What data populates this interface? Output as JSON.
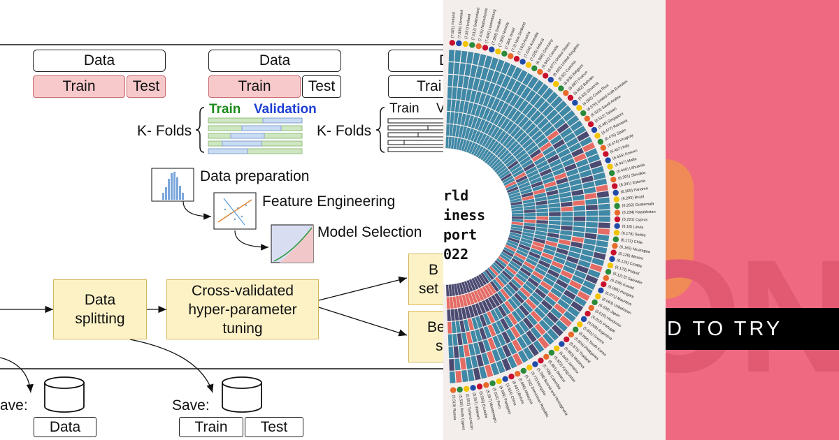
{
  "ml_diagram": {
    "top_left": {
      "data": "Data",
      "train": "Train",
      "test": "Test"
    },
    "top_mid": {
      "data": "Data",
      "train": "Train",
      "test": "Test",
      "train_head": "Train",
      "val_head": "Validation",
      "kfolds": "K- Folds"
    },
    "top_right": {
      "data_partial": "D",
      "train_partial": "Trai",
      "train_head": "Train",
      "val_partial": "V",
      "kfolds": "K- Folds"
    },
    "steps": {
      "prep": "Data preparation",
      "feat": "Feature Engineering",
      "model": "Model Selection"
    },
    "flow": {
      "split_l1": "Data",
      "split_l2": "splitting",
      "cv_l1": "Cross-validated",
      "cv_l2": "hyper-parameter",
      "cv_l3": "tuning",
      "best1_l1": "B",
      "best1_l2": "set",
      "best2_l1": "Be",
      "best2_l2": "s"
    },
    "save": {
      "left_label": "ave:",
      "left_box": "Data",
      "right_label": "Save:",
      "right_train": "Train",
      "right_test": "Test"
    },
    "colors": {
      "train": "#1a8a1a",
      "validation": "#1e3fd4"
    }
  },
  "happiness": {
    "title_lines": [
      "rld",
      "iness",
      "port",
      "022"
    ],
    "countries": [
      "(7.821) Finland",
      "(7.636) Denmark",
      "(7.557) Iceland",
      "(7.512) Switzerland",
      "(7.415) Netherlands",
      "(7.404) Luxembourg",
      "(7.384) Sweden",
      "(7.365) Norway",
      "(7.364) Israel",
      "(7.2) New Zealand",
      "(7.162) Austria",
      "(7.034) Australia",
      "(7.025) Ireland",
      "(6.966) Germany",
      "(6.943) Canada",
      "(6.977) United States",
      "(6.943) United Kingdom",
      "(6.92) Czechia",
      "(6.805) Belgium",
      "(6.687) France",
      "(6.582) Bahrain",
      "(6.63) Slovenia",
      "(6.582) Costa Rica",
      "(6.576) United Arab Emirates",
      "(6.523) Saudi Arabia",
      "(6.512) Taiwan",
      "(6.48) Singapore",
      "(6.477) Romania",
      "(6.476) Spain",
      "(6.474) Uruguay",
      "(6.467) Italy",
      "(6.455) Kosovo",
      "(6.447) Malta",
      "(6.446) Lithuania",
      "(6.391) Slovakia",
      "(6.341) Estonia",
      "(6.309) Panama",
      "(6.293) Brazil",
      "(6.262) Guatemala",
      "(6.234) Kazakhstan",
      "(6.221) Cyprus",
      "(6.18) Latvia",
      "(6.178) Serbia",
      "(6.172) Chile",
      "(6.165) Nicaragua",
      "(6.128) Mexico",
      "(6.125) Croatia",
      "(6.123) Poland",
      "(6.12) El Salvador",
      "(6.106) Kuwait",
      "(6.086) Hungary",
      "(6.071) Mauritius",
      "(6.063) Uzbekistan",
      "(6.039) Japan",
      "(6.019) Honduras",
      "(6.012) Portugal",
      "(6.009) Argentina",
      "(5.911) Greece",
      "(5.894) South Korea",
      "(5.904) Philippines",
      "(5.873) Thailand",
      "(5.853) Moldova",
      "(5.842) Jamaica",
      "(5.822) Kyrgyzstan",
      "(5.801) Belarus",
      "(5.799) Colombia",
      "(5.768) Bosnia and Herzegovina",
      "(5.72) Mongolia",
      "(5.702) Dominican Republic",
      "(5.686) Malaysia",
      "(5.681) Bolivia",
      "(5.654) China",
      "(5.605) Paraguay",
      "(5.616) Peru",
      "(5.567) Montenegro",
      "(5.555) Ecuador",
      "(5.557) Vietnam",
      "(5.551) Turkmenistan",
      "(5.535) North Cyprus",
      "(5.519) Russia"
    ]
  },
  "promo": {
    "banner_text": "D TO TRY",
    "bg_letters": "ONI"
  }
}
